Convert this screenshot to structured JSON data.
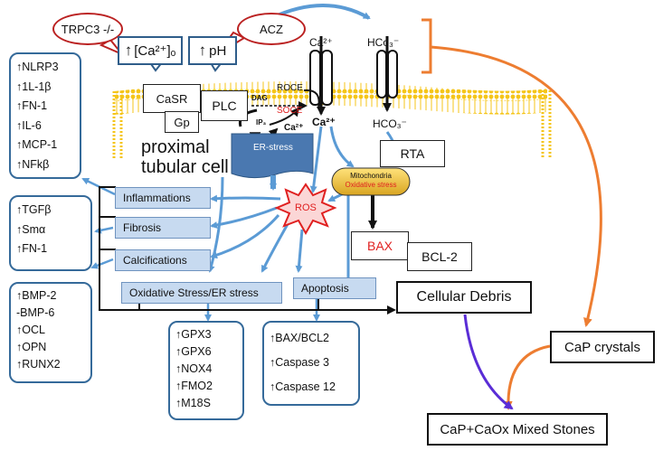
{
  "inputs": {
    "trpc3": "TRPC3 -/-",
    "acz": "ACZ",
    "ca_out_arrow": "↑",
    "ca_out": "[Ca²⁺]ₒ",
    "ph_arrow": "↑",
    "ph": "pH"
  },
  "membrane": {
    "casr": "CaSR",
    "gp": "Gp",
    "plc": "PLC",
    "roce": "ROCE",
    "dag": "DAG",
    "soce": "SOCE",
    "ip3": "IP₃",
    "ca_er": "Ca²⁺",
    "ca_top": "Ca²⁺",
    "ca_channel": "Ca²⁺",
    "hco3_top": "HCo₃⁻",
    "hco3_inner": "HCO₃⁻",
    "rta": "RTA"
  },
  "cell_label": [
    "proximal",
    "tubular cell"
  ],
  "er_stress": "ER-stress",
  "mito": [
    "Mitochondria",
    "Oxidative stress"
  ],
  "ros": "ROS",
  "bax": "BAX",
  "bcl2": "BCL-2",
  "processes": {
    "inflammations": "Inflammations",
    "fibrosis": "Fibrosis",
    "calcifications": "Calcifications",
    "oxidative": "Oxidative Stress/ER stress",
    "apoptosis": "Apoptosis"
  },
  "lists": {
    "inflammation": [
      "↑NLRP3",
      "↑1L-1β",
      "↑FN-1",
      "↑IL-6",
      "↑MCP-1",
      "↑NFkβ"
    ],
    "fibrosis": [
      "↑TGFβ",
      "↑Smα",
      "↑FN-1"
    ],
    "calcification": [
      "↑BMP-2",
      "-BMP-6",
      "↑OCL",
      "↑OPN",
      "↑RUNX2"
    ],
    "oxidative": [
      "↑GPX3",
      "↑GPX6",
      "↑NOX4",
      "↑FMO2",
      "↑M18S"
    ],
    "apoptosis": [
      "↑BAX/BCL2",
      "↑Caspase 3",
      "↑Caspase 12"
    ]
  },
  "outcomes": {
    "debris": "Cellular Debris",
    "cap": "CaP crystals",
    "stones": "CaP+CaOx Mixed Stones"
  },
  "colors": {
    "membrane": "#f5c518",
    "arrow_blue": "#5b9bd5",
    "arrow_orange": "#ed7d31",
    "arrow_purple": "#5a2dd6",
    "process_fill": "#c7daf0",
    "ros_red": "#e02020"
  }
}
